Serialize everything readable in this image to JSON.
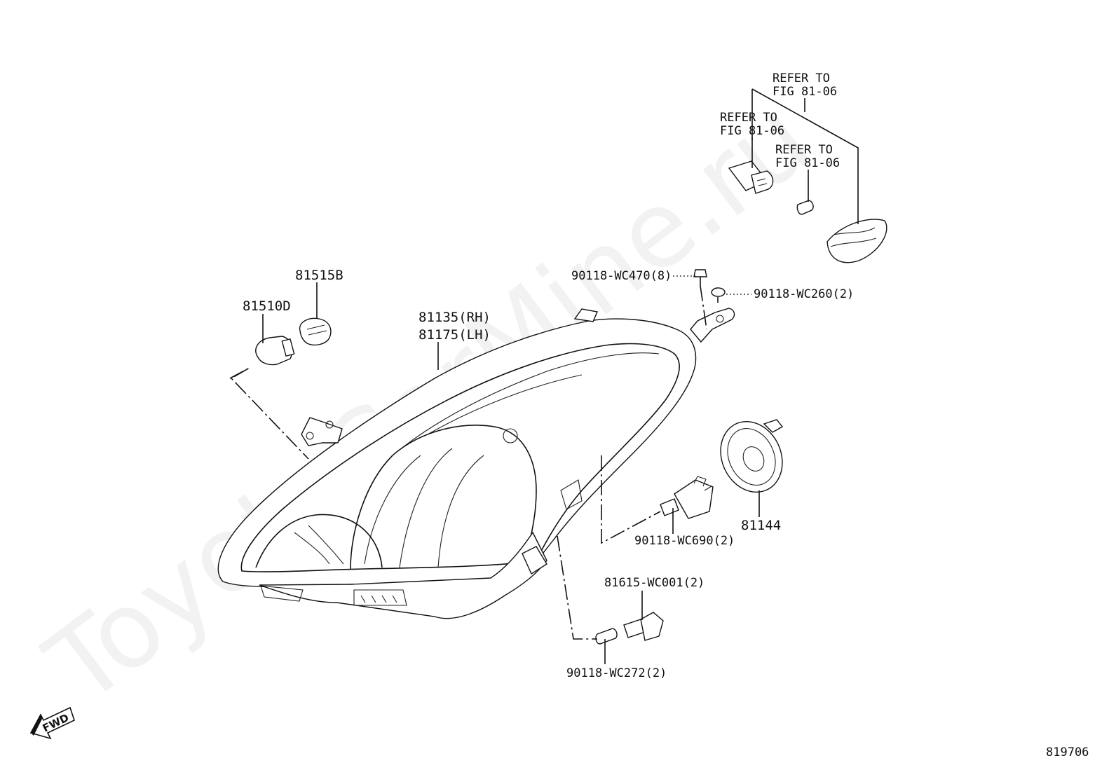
{
  "watermark": "ToyotaCarMine.ru",
  "fwd_label": "FWD",
  "figure_number": "819706",
  "labels": {
    "refer_top": [
      "REFER TO",
      "FIG 81-06"
    ],
    "refer_left": [
      "REFER TO",
      "FIG 81-06"
    ],
    "refer_mid": [
      "REFER TO",
      "FIG 81-06"
    ],
    "p81515B": "81515B",
    "p81510D": "81510D",
    "p81135": "81135(RH)",
    "p81175": "81175(LH)",
    "p90118_wc470": "90118-WC470(8)",
    "p90118_wc260": "90118-WC260(2)",
    "p81144": "81144",
    "p90118_wc690": "90118-WC690(2)",
    "p81615_wc001": "81615-WC001(2)",
    "p90118_wc272": "90118-WC272(2)"
  }
}
